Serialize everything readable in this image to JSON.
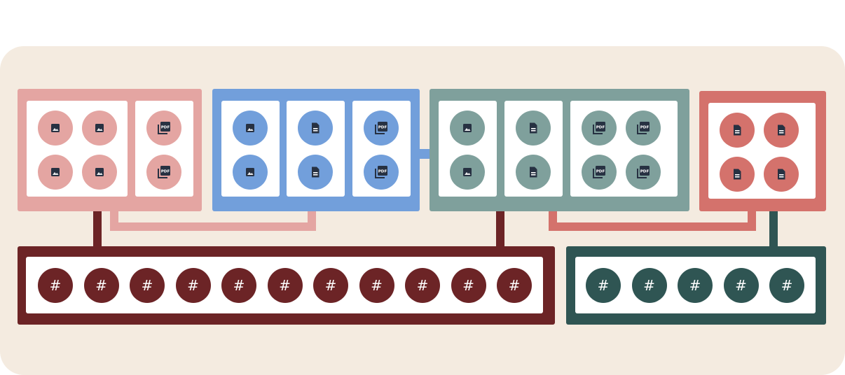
{
  "colors": {
    "background": "#f4ebe0",
    "pink": "#e4a5a2",
    "blue": "#729fdb",
    "sage": "#7fa09c",
    "coral": "#d4726c",
    "maroon": "#6c2426",
    "teal": "#2f5553",
    "icon_dark": "#273142"
  },
  "icons": {
    "image": "image-icon",
    "document": "document-icon",
    "pdf": "pdf-icon",
    "hash": "hash-icon"
  },
  "labels": {
    "pdf_glyph": "PDF",
    "hash_glyph": "#"
  },
  "groups": [
    {
      "name": "pink-group",
      "color": "pink",
      "cards": [
        [
          "image",
          "image",
          "image",
          "image"
        ],
        [
          "pdf",
          "pdf"
        ]
      ]
    },
    {
      "name": "blue-group",
      "color": "blue",
      "cards": [
        [
          "image",
          "image"
        ],
        [
          "document",
          "document"
        ],
        [
          "pdf",
          "pdf"
        ]
      ]
    },
    {
      "name": "sage-group",
      "color": "sage",
      "cards": [
        [
          "image",
          "image"
        ],
        [
          "document",
          "document"
        ],
        [
          "pdf",
          "pdf",
          "pdf",
          "pdf"
        ]
      ]
    },
    {
      "name": "coral-group",
      "color": "coral",
      "cards": [
        [
          "document",
          "document",
          "document",
          "document"
        ]
      ]
    },
    {
      "name": "maroon-group",
      "color": "maroon",
      "hash_count": 11
    },
    {
      "name": "teal-group",
      "color": "teal",
      "hash_count": 5
    }
  ]
}
